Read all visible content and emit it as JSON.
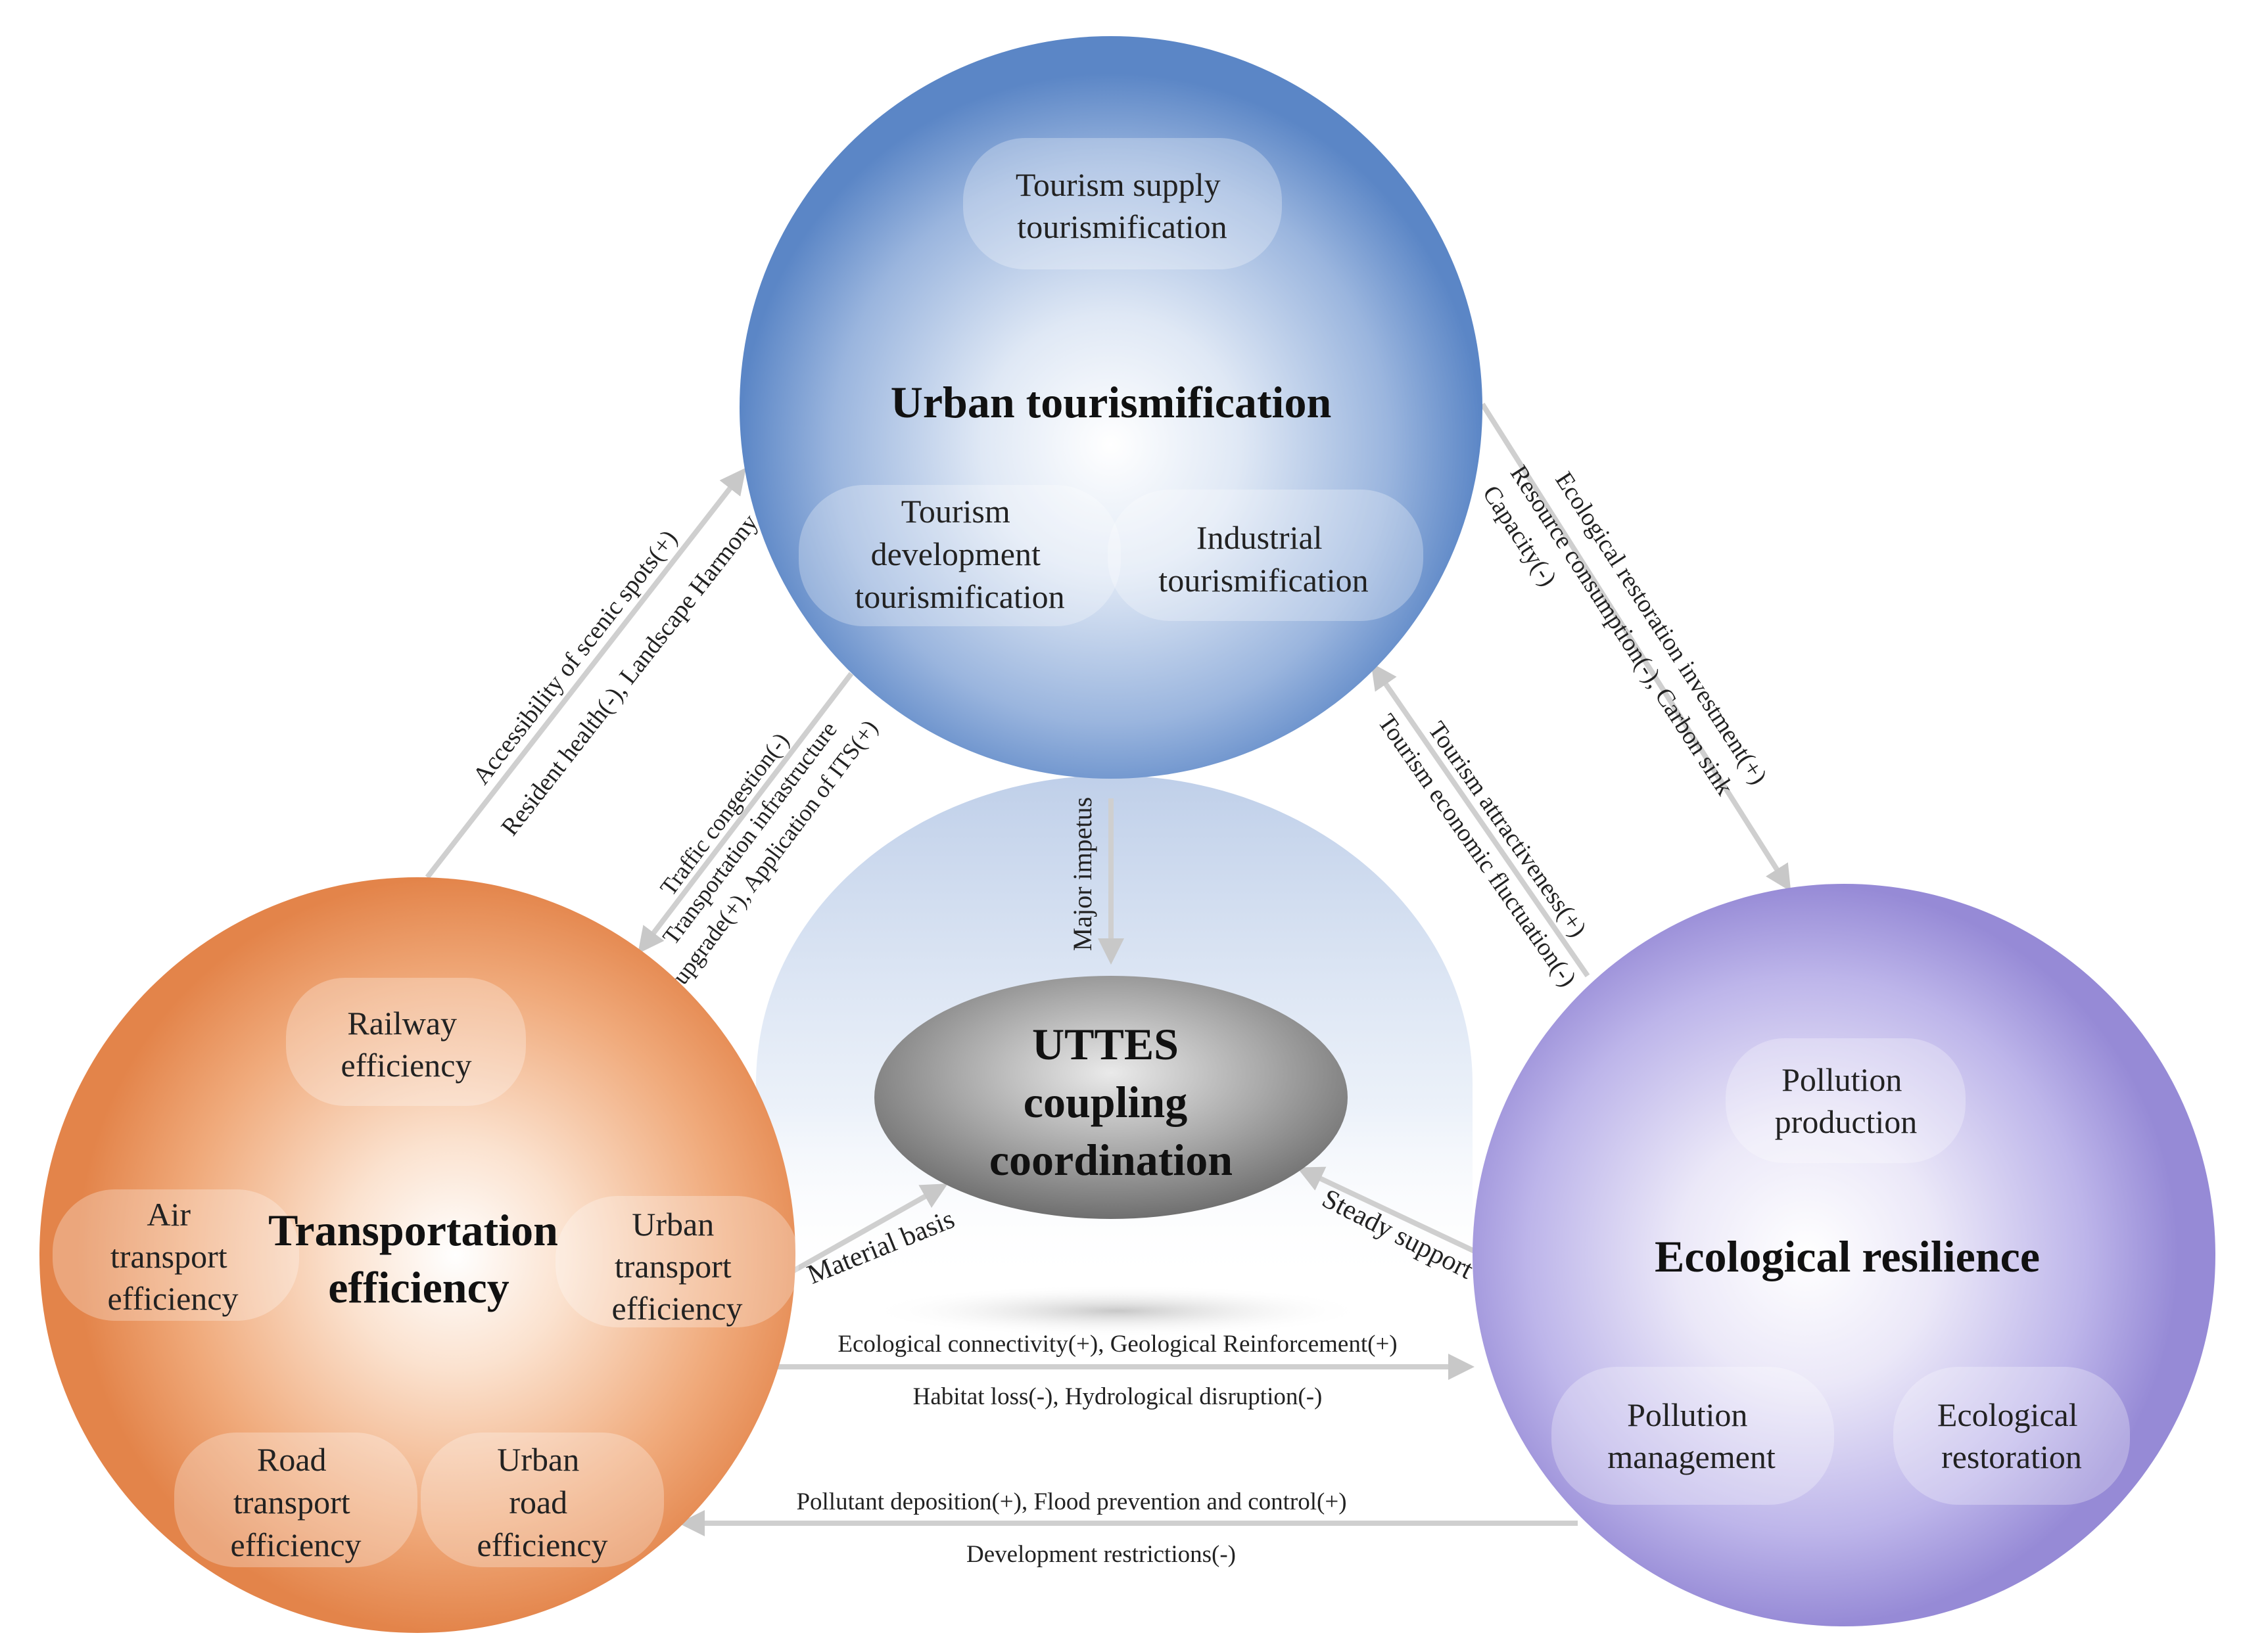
{
  "colors": {
    "tourism_circle": "#5b86c6",
    "transport_circle": "#e58a52",
    "ecology_circle": "#9b90d8",
    "center_ellipse": "#7d7d7d",
    "arrow": "#cfcfcf"
  },
  "tourism": {
    "title": "Urban tourismification",
    "nodes": [
      {
        "lines": [
          "Tourism supply",
          "tourismification"
        ]
      },
      {
        "lines": [
          "Tourism",
          "development",
          "tourismification"
        ]
      },
      {
        "lines": [
          "Industrial",
          "tourismification"
        ]
      }
    ]
  },
  "transport": {
    "title_lines": [
      "Transportation",
      "efficiency"
    ],
    "nodes": [
      {
        "lines": [
          "Railway",
          "efficiency"
        ]
      },
      {
        "lines": [
          "Air",
          "transport",
          "efficiency"
        ]
      },
      {
        "lines": [
          "Urban",
          "transport",
          "efficiency"
        ]
      },
      {
        "lines": [
          "Road",
          "transport",
          "efficiency"
        ]
      },
      {
        "lines": [
          "Urban",
          "road",
          "efficiency"
        ]
      }
    ]
  },
  "ecology": {
    "title": "Ecological resilience",
    "nodes": [
      {
        "lines": [
          "Pollution",
          "production"
        ]
      },
      {
        "lines": [
          "Pollution",
          "management"
        ]
      },
      {
        "lines": [
          "Ecological",
          "restoration"
        ]
      }
    ]
  },
  "center": {
    "lines": [
      "UTTES",
      "coupling",
      "coordination"
    ]
  },
  "links": {
    "major_impetus": "Major impetus",
    "material_basis": "Material basis",
    "steady_support": "Steady support",
    "transport_to_tourism": [
      "Accessibility of scenic spots(+)",
      "Resident health(-), Landscape Harmony"
    ],
    "tourism_to_transport": [
      "Traffic congestion(-)",
      "Transportation infrastructure",
      "upgrade(+), Application of ITS(+)"
    ],
    "tourism_to_ecology": [
      "Ecological restoration investment(+)",
      "Resource consumption(-), Carbon sink",
      "Capacity(-)"
    ],
    "ecology_to_tourism": [
      "Tourism attractiveness(+)",
      "Tourism economic fluctuation(-)"
    ],
    "transport_to_ecology": [
      "Ecological connectivity(+), Geological Reinforcement(+)",
      "Habitat loss(-), Hydrological disruption(-)"
    ],
    "ecology_to_transport": [
      "Pollutant deposition(+), Flood prevention and control(+)",
      "Development restrictions(-)"
    ]
  }
}
